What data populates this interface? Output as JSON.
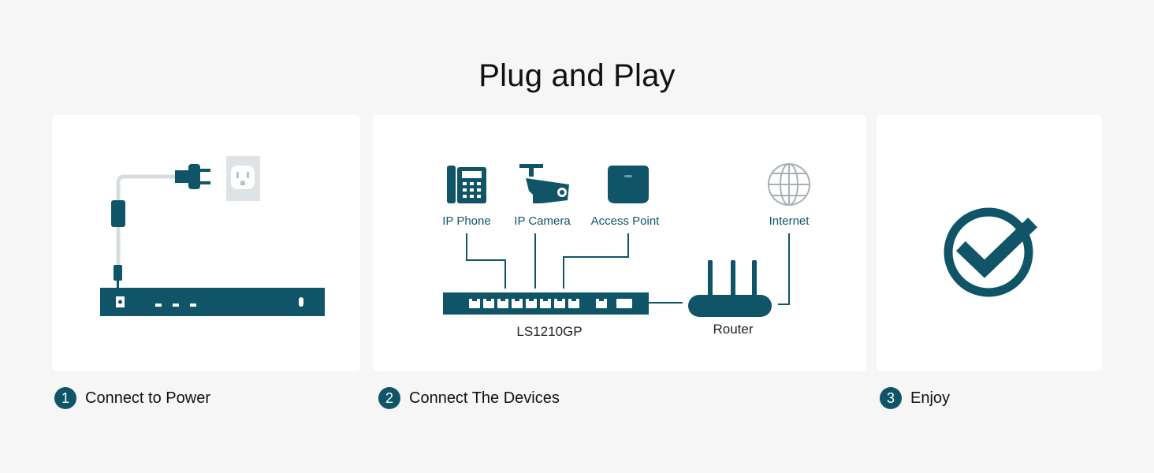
{
  "title": "Plug and Play",
  "colors": {
    "accent": "#0f5567",
    "panel": "#ffffff",
    "background": "#f6f6f6"
  },
  "steps": [
    {
      "number": "1",
      "label": "Connect to Power"
    },
    {
      "number": "2",
      "label": "Connect The Devices"
    },
    {
      "number": "3",
      "label": "Enjoy"
    }
  ],
  "diagram": {
    "devices": {
      "ip_phone": "IP Phone",
      "ip_camera": "IP Camera",
      "access_point": "Access Point",
      "internet": "Internet"
    },
    "switch_model": "LS1210GP",
    "router": "Router"
  },
  "icons": [
    "power-cable-icon",
    "wall-outlet-icon",
    "switch-rear-icon",
    "ip-phone-icon",
    "ip-camera-icon",
    "access-point-icon",
    "globe-icon",
    "switch-front-icon",
    "router-icon",
    "check-circle-icon"
  ]
}
